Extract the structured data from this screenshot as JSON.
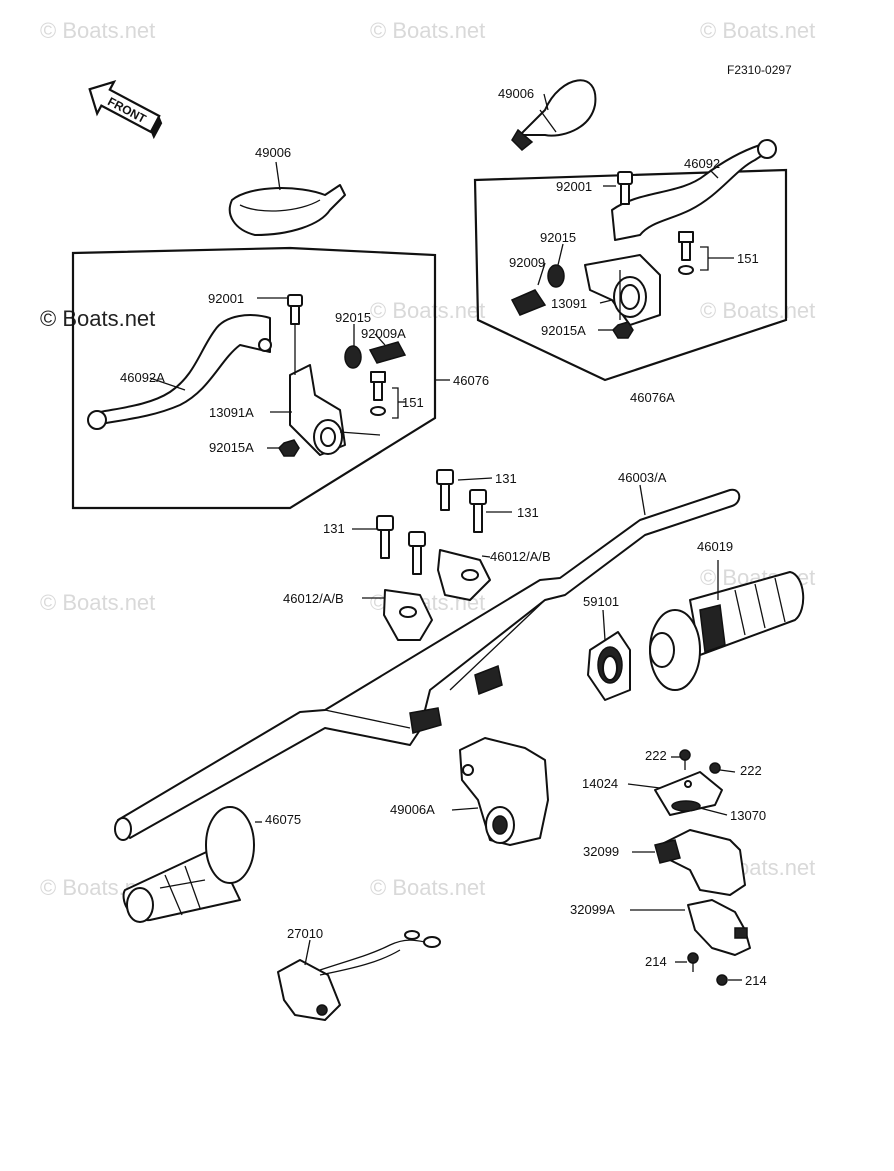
{
  "figure_code": "F2310-0297",
  "front_label": "FRONT",
  "watermark": "© Boats.net",
  "watermark_prominent": "© Boats.net",
  "labels": {
    "p49006_top": "49006",
    "p46092": "46092",
    "p92001_r": "92001",
    "p92015_r": "92015",
    "p92009": "92009",
    "p151_r": "151",
    "p13091": "13091",
    "p92015A_r": "92015A",
    "p46076A": "46076A",
    "p49006_left": "49006",
    "p92001_l": "92001",
    "p92015_l": "92015",
    "p92009A": "92009A",
    "p46092A": "46092A",
    "p46076": "46076",
    "p151_l": "151",
    "p13091A": "13091A",
    "p92015A_l": "92015A",
    "p131_a": "131",
    "p131_b": "131",
    "p131_c": "131",
    "p46003": "46003/A",
    "p46012_a": "46012/A/B",
    "p46012_b": "46012/A/B",
    "p46019": "46019",
    "p59101": "59101",
    "p222_a": "222",
    "p222_b": "222",
    "p14024": "14024",
    "p13070": "13070",
    "p46075": "46075",
    "p49006A": "49006A",
    "p32099": "32099",
    "p32099A": "32099A",
    "p27010": "27010",
    "p214_a": "214",
    "p214_b": "214"
  }
}
